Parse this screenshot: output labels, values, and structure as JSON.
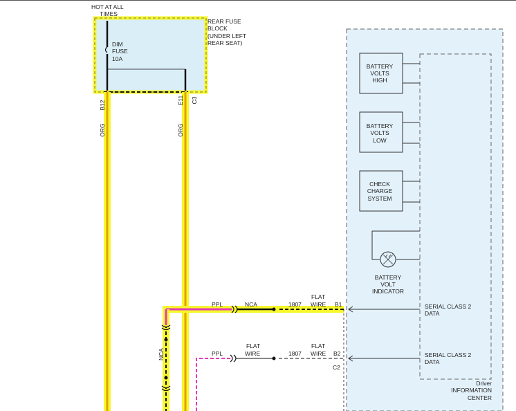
{
  "header": {
    "hot_line1": "HOT AT ALL",
    "hot_line2": "TIMES"
  },
  "fuse_block": {
    "title_lines": [
      "REAR FUSE",
      "BLOCK",
      "(UNDER LEFT",
      "REAR SEAT)"
    ],
    "fuse_lines": [
      "DIM",
      "FUSE",
      "10A"
    ],
    "pin_left": "B12",
    "pin_right": "E11",
    "connector_right": "C3"
  },
  "wires": {
    "left_color": "ORG",
    "right_color": "ORG",
    "ppl": "PPL",
    "nca": "NCA",
    "circuit_no": "1807",
    "flat_wire_line1": "FLAT",
    "flat_wire_line2": "WIRE",
    "pin_b1": "B1",
    "pin_b2": "B2",
    "connector_c2": "C2"
  },
  "dic": {
    "indicators": [
      {
        "lines": [
          "BATTERY",
          "VOLTS",
          "HIGH"
        ]
      },
      {
        "lines": [
          "BATTERY",
          "VOLTS",
          "LOW"
        ]
      },
      {
        "lines": [
          "CHECK",
          "CHARGE",
          "SYSTEM"
        ]
      }
    ],
    "lamp_lines": [
      "BATTERY",
      "VOLT",
      "INDICATOR"
    ],
    "serial_lines": [
      "SERIAL CLASS 2",
      "DATA"
    ],
    "name_lines": [
      "Driver",
      "INFORMATION",
      "CENTER"
    ]
  },
  "colors": {
    "highlight_yellow": "#f7f72c",
    "wire_orange": "#e5a200",
    "wire_purple": "#e23bb8",
    "module_fill": "#e3f1fa",
    "fuse_fill": "#daeef7"
  }
}
